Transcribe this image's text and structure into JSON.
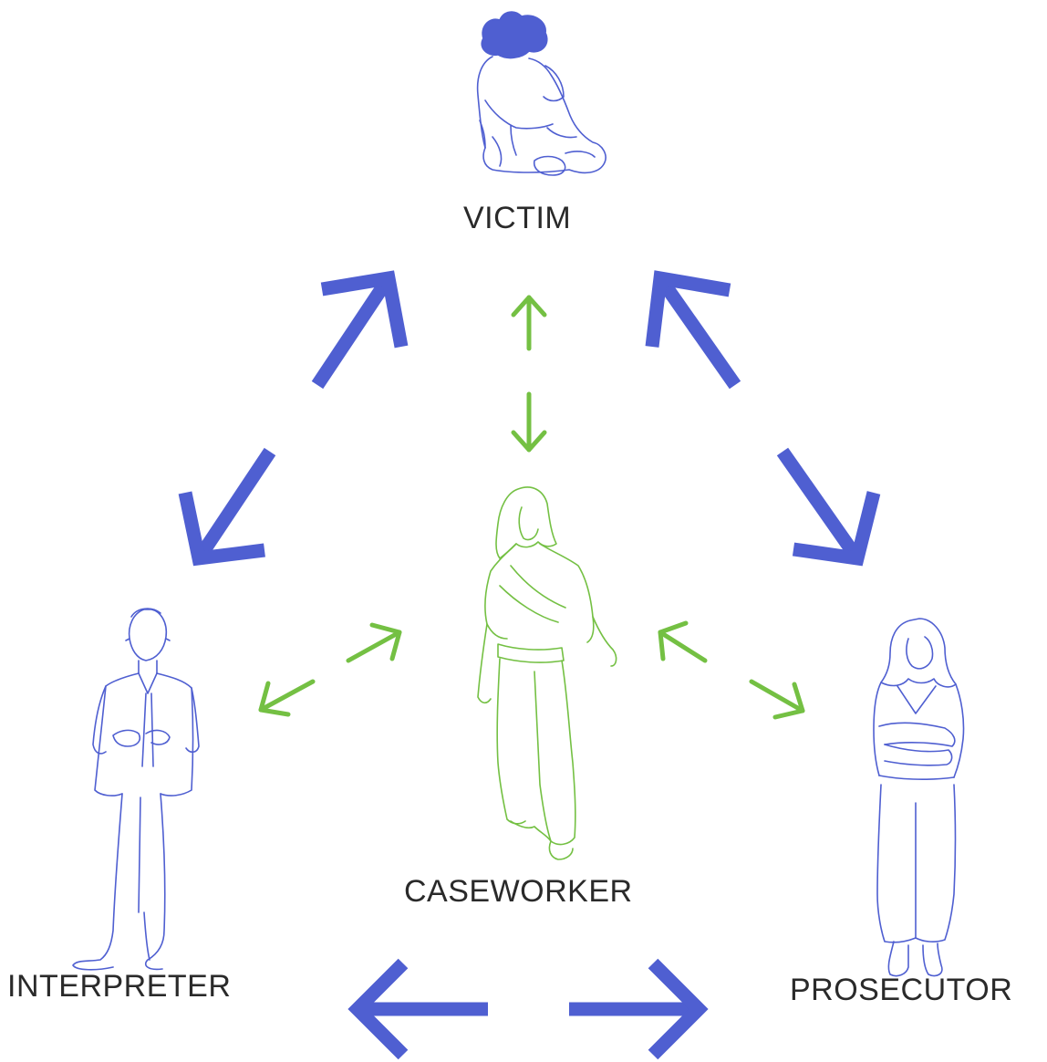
{
  "roles": {
    "victim": "VICTIM",
    "caseworker": "CASEWORKER",
    "interpreter": "INTERPRETER",
    "prosecutor": "PROSECUTOR"
  },
  "colors": {
    "primary_blue": "#4f5fd1",
    "caseworker_green": "#74c043",
    "label_text": "#2a2a2a",
    "background": "#ffffff"
  },
  "relationships": [
    {
      "from": "victim",
      "to": "interpreter",
      "style": "blue-bidirectional"
    },
    {
      "from": "victim",
      "to": "prosecutor",
      "style": "blue-bidirectional"
    },
    {
      "from": "interpreter",
      "to": "prosecutor",
      "style": "blue-bidirectional"
    },
    {
      "from": "caseworker",
      "to": "victim",
      "style": "green-bidirectional"
    },
    {
      "from": "caseworker",
      "to": "interpreter",
      "style": "green-bidirectional"
    },
    {
      "from": "caseworker",
      "to": "prosecutor",
      "style": "green-bidirectional"
    }
  ],
  "icons": {
    "victim": "seated-person-icon",
    "caseworker": "walking-woman-icon",
    "interpreter": "man-in-suit-icon",
    "prosecutor": "woman-arms-crossed-icon"
  }
}
